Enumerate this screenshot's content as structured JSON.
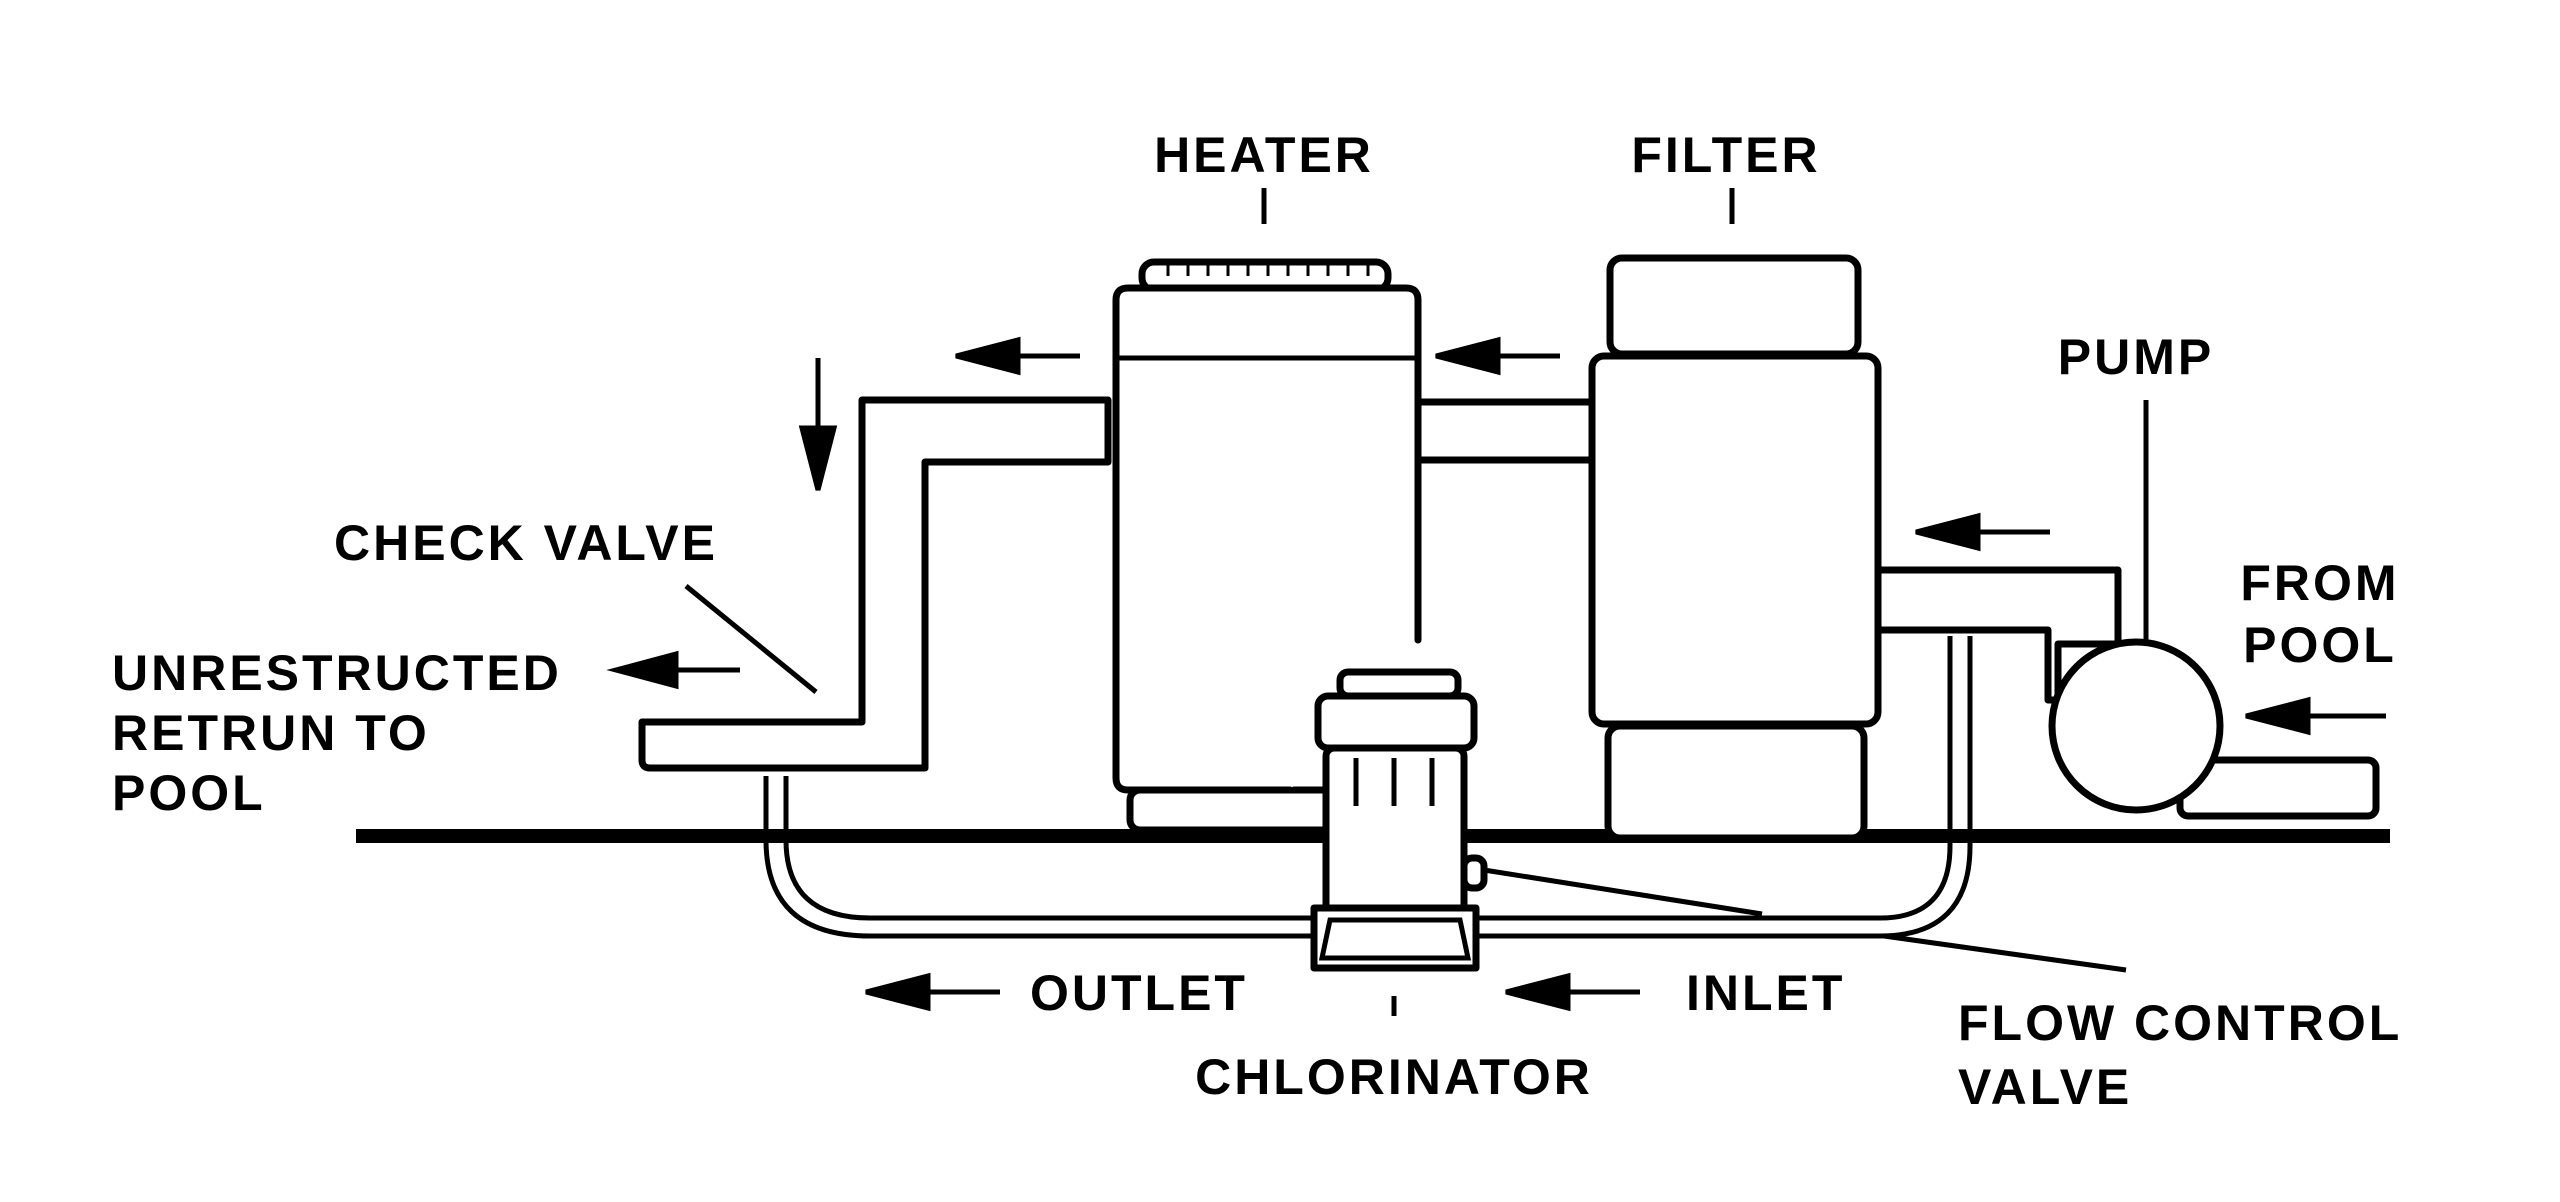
{
  "labels": {
    "heater": "HEATER",
    "filter": "FILTER",
    "pump": "PUMP",
    "from_pool": [
      "FROM",
      "POOL"
    ],
    "check_valve": "CHECK VALVE",
    "unrestricted_return": [
      "UNRESTRUCTED",
      "RETRUN TO",
      "POOL"
    ],
    "outlet": "OUTLET",
    "inlet": "INLET",
    "chlorinator": "CHLORINATOR",
    "flow_control_valve": [
      "FLOW CONTROL",
      "VALVE"
    ]
  },
  "colors": {
    "line": "#000000",
    "background": "#ffffff"
  }
}
